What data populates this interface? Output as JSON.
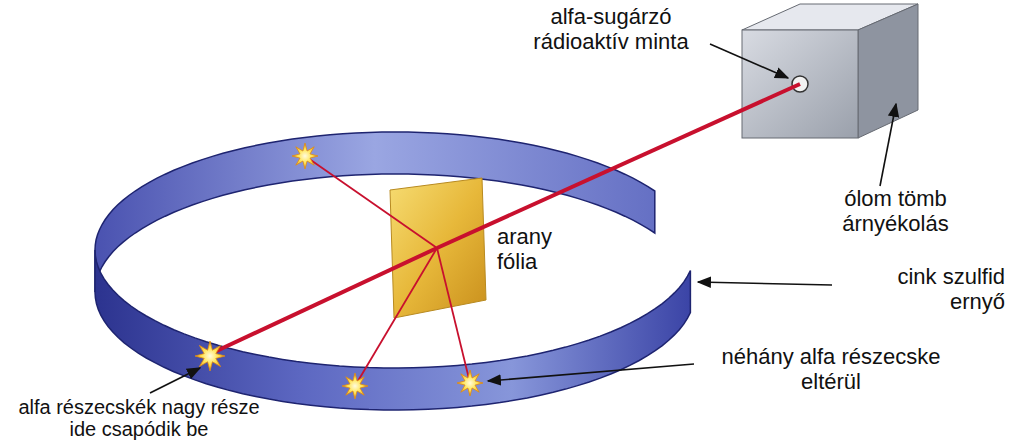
{
  "diagram": {
    "labels": [
      "alfa-sugárzó rádioaktív minta",
      "ólom tömb árnyékolás",
      "arany fólia",
      "cink szulfid ernyő",
      "néhány alfa részecske eltérül",
      "alfa részecskék nagy része ide csapódik be"
    ]
  }
}
